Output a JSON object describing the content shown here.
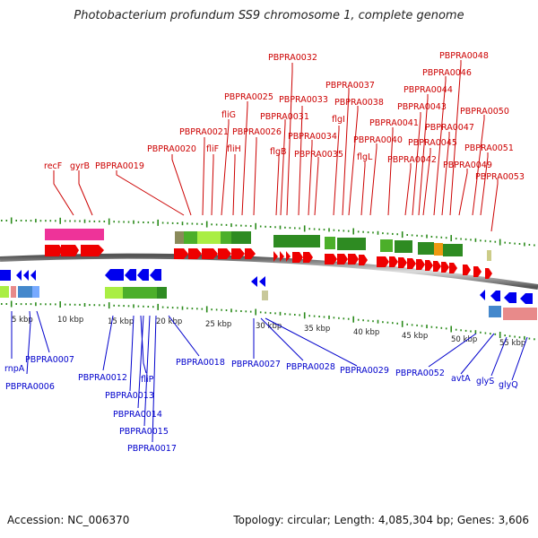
{
  "title": "Photobacterium profundum SS9 chromosome 1, complete genome",
  "footer": {
    "accession": "Accession: NC_006370",
    "summary": "Topology: circular; Length: 4,085,304 bp; Genes: 3,606"
  },
  "colors": {
    "forward_label": "#cc0000",
    "reverse_label": "#0000cc",
    "forward_gene": "#ee0000",
    "reverse_gene": "#0000ee",
    "backbone": "#777777",
    "tick": "#2a8a1a",
    "scale_text": "#222222"
  },
  "scale_labels": [
    "5 kbp",
    "10 kbp",
    "15 kbp",
    "20 kbp",
    "25 kbp",
    "30 kbp",
    "35 kbp",
    "40 kbp",
    "45 kbp",
    "50 kbp",
    "55 kbp"
  ],
  "forward_labels": [
    "recF",
    "gyrB",
    "PBPRA0019",
    "PBPRA0020",
    "PBPRA0021",
    "fliF",
    "fliG",
    "fliH",
    "PBPRA0025",
    "PBPRA0026",
    "flgB",
    "PBPRA0031",
    "PBPRA0032",
    "PBPRA0033",
    "PBPRA0034",
    "PBPRA0035",
    "flgI",
    "PBPRA0037",
    "PBPRA0038",
    "flgL",
    "PBPRA0040",
    "PBPRA0041",
    "PBPRA0042",
    "PBPRA0043",
    "PBPRA0044",
    "PBPRA0045",
    "PBPRA0046",
    "PBPRA0047",
    "PBPRA0048",
    "PBPRA0049",
    "PBPRA0050",
    "PBPRA0051",
    "PBPRA0053"
  ],
  "reverse_labels": [
    "rnpA",
    "PBPRA0006",
    "PBPRA0007",
    "PBPRA0012",
    "PBPRA0013",
    "fliP",
    "PBPRA0014",
    "PBPRA0015",
    "PBPRA0017",
    "PBPRA0018",
    "PBPRA0027",
    "PBPRA0028",
    "PBPRA0029",
    "PBPRA0052",
    "avtA",
    "glyS",
    "glyQ"
  ]
}
